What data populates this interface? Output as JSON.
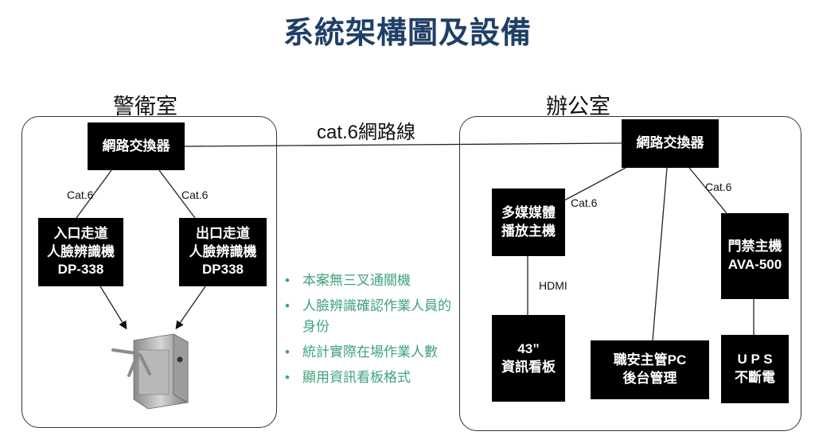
{
  "title": "系統架構圖及設備",
  "guard_room": {
    "label": "警衛室",
    "switch": "網路交換器",
    "link_left": "Cat.6",
    "link_right": "Cat.6",
    "entrance_device": {
      "lines": [
        "入口走道",
        "人臉辨識機",
        "DP-338"
      ]
    },
    "exit_device": {
      "lines": [
        "出口走道",
        "人臉辨識機",
        "DP338"
      ]
    }
  },
  "office": {
    "label": "辦公室",
    "switch": "網路交換器",
    "media_player": {
      "lines": [
        "多媒媒體",
        "播放主機"
      ]
    },
    "media_link": "Cat.6",
    "hdmi_label": "HDMI",
    "display_board": {
      "lines": [
        "43”",
        "資訊看板"
      ]
    },
    "safety_pc": {
      "lines": [
        "職安主管PC",
        "後台管理"
      ]
    },
    "access_link": "Cat.6",
    "access_controller": {
      "lines": [
        "門禁主機",
        "AVA-500"
      ]
    },
    "ups": {
      "lines": [
        "U P S",
        "不斷電"
      ]
    }
  },
  "backbone_cable": "cat.6網路線",
  "notes": [
    "本案無三叉通關機",
    "人臉辨識確認作業人員的身份",
    "統計實際在場作業人數",
    "顯用資訊看板格式"
  ],
  "colors": {
    "title": "#1f3f66",
    "notes": "#3fa27a",
    "box": "#000000"
  }
}
